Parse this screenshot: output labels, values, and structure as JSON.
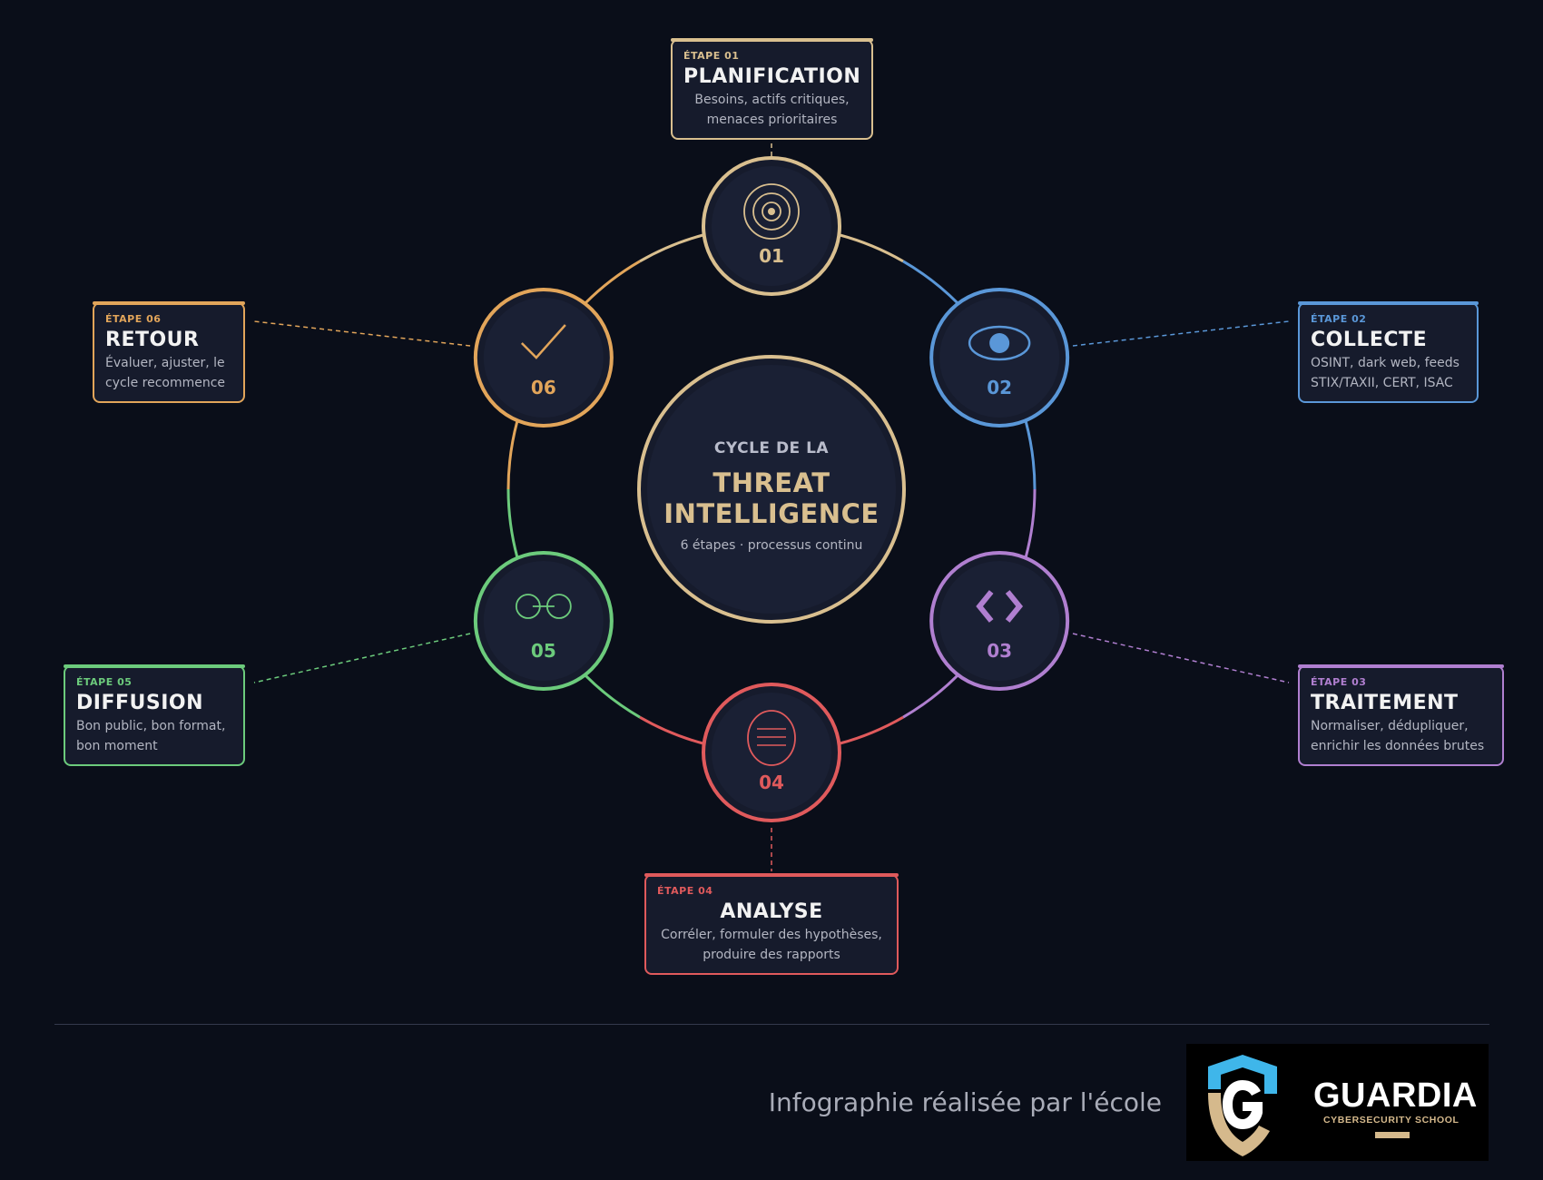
{
  "center": {
    "line1": "CYCLE DE LA",
    "line2": "THREAT",
    "line3": "INTELLIGENCE",
    "subtitle": "6 étapes · processus continu"
  },
  "steps": [
    {
      "num": "01",
      "etape": "ÉTAPE 01",
      "title": "PLANIFICATION",
      "desc1": "Besoins, actifs critiques,",
      "desc2": "menaces prioritaires",
      "color": "#d9bf8f",
      "icon": "target-icon"
    },
    {
      "num": "02",
      "etape": "ÉTAPE 02",
      "title": "COLLECTE",
      "desc1": "OSINT, dark web, feeds",
      "desc2": "STIX/TAXII, CERT, ISAC",
      "color": "#5a97d8",
      "icon": "eye-icon"
    },
    {
      "num": "03",
      "etape": "ÉTAPE 03",
      "title": "TRAITEMENT",
      "desc1": "Normaliser, dédupliquer,",
      "desc2": "enrichir les données brutes",
      "color": "#b07fd0",
      "icon": "code-brackets-icon"
    },
    {
      "num": "04",
      "etape": "ÉTAPE 04",
      "title": "ANALYSE",
      "desc1": "Corréler, formuler des hypothèses,",
      "desc2": "produire des rapports",
      "color": "#e05a5c",
      "icon": "brain-icon"
    },
    {
      "num": "05",
      "etape": "ÉTAPE 05",
      "title": "DIFFUSION",
      "desc1": "Bon public, bon format,",
      "desc2": "bon moment",
      "color": "#6ccb7c",
      "icon": "glasses-icon"
    },
    {
      "num": "06",
      "etape": "ÉTAPE 06",
      "title": "RETOUR",
      "desc1": "Évaluer, ajuster, le",
      "desc2": "cycle recommence",
      "color": "#e2a55a",
      "icon": "checkmark-icon"
    }
  ],
  "footer": {
    "credit": "Infographie réalisée par l'école",
    "logo_name": "GUARDIA",
    "logo_tagline": "CYBERSECURITY SCHOOL"
  }
}
